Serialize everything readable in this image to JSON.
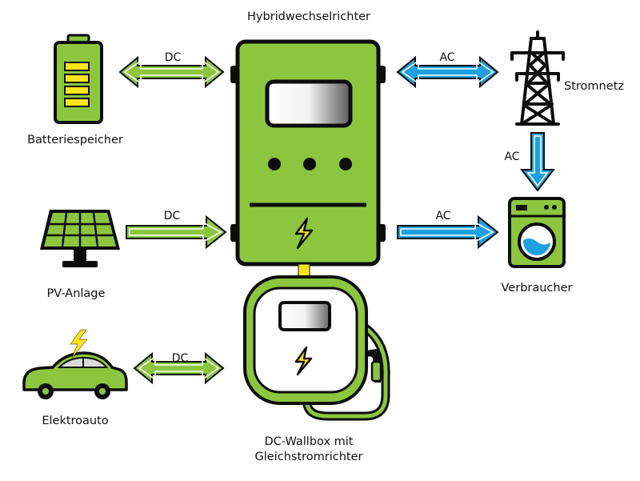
{
  "colors": {
    "green": "#8CC63F",
    "blue": "#1E9FE0",
    "yellow": "#FFE418",
    "black": "#0d0d0d",
    "gray": "#d9d9d9"
  },
  "nodes": {
    "inverter": {
      "label": "Hybridwechselrichter",
      "icon": "inverter-icon"
    },
    "battery": {
      "label": "Batteriespeicher",
      "icon": "battery-icon"
    },
    "grid": {
      "label": "Stromnetz",
      "icon": "power-tower-icon"
    },
    "pv": {
      "label": "PV-Anlage",
      "icon": "solar-panel-icon"
    },
    "consumer": {
      "label": "Verbraucher",
      "icon": "washing-machine-icon"
    },
    "car": {
      "label": "Elektroauto",
      "icon": "electric-car-icon"
    },
    "wallbox": {
      "label_line1": "DC-Wallbox mit",
      "label_line2": "Gleichstromrichter",
      "icon": "wallbox-icon"
    }
  },
  "edges": {
    "battery_inverter": {
      "label": "DC",
      "direction": "bidirectional",
      "color": "green"
    },
    "inverter_grid": {
      "label": "AC",
      "direction": "bidirectional",
      "color": "blue"
    },
    "grid_consumer": {
      "label": "AC",
      "direction": "down",
      "color": "blue"
    },
    "pv_inverter": {
      "label": "DC",
      "direction": "right",
      "color": "green"
    },
    "inverter_consumer": {
      "label": "AC",
      "direction": "right",
      "color": "blue"
    },
    "car_wallbox": {
      "label": "DC",
      "direction": "bidirectional",
      "color": "green"
    }
  }
}
